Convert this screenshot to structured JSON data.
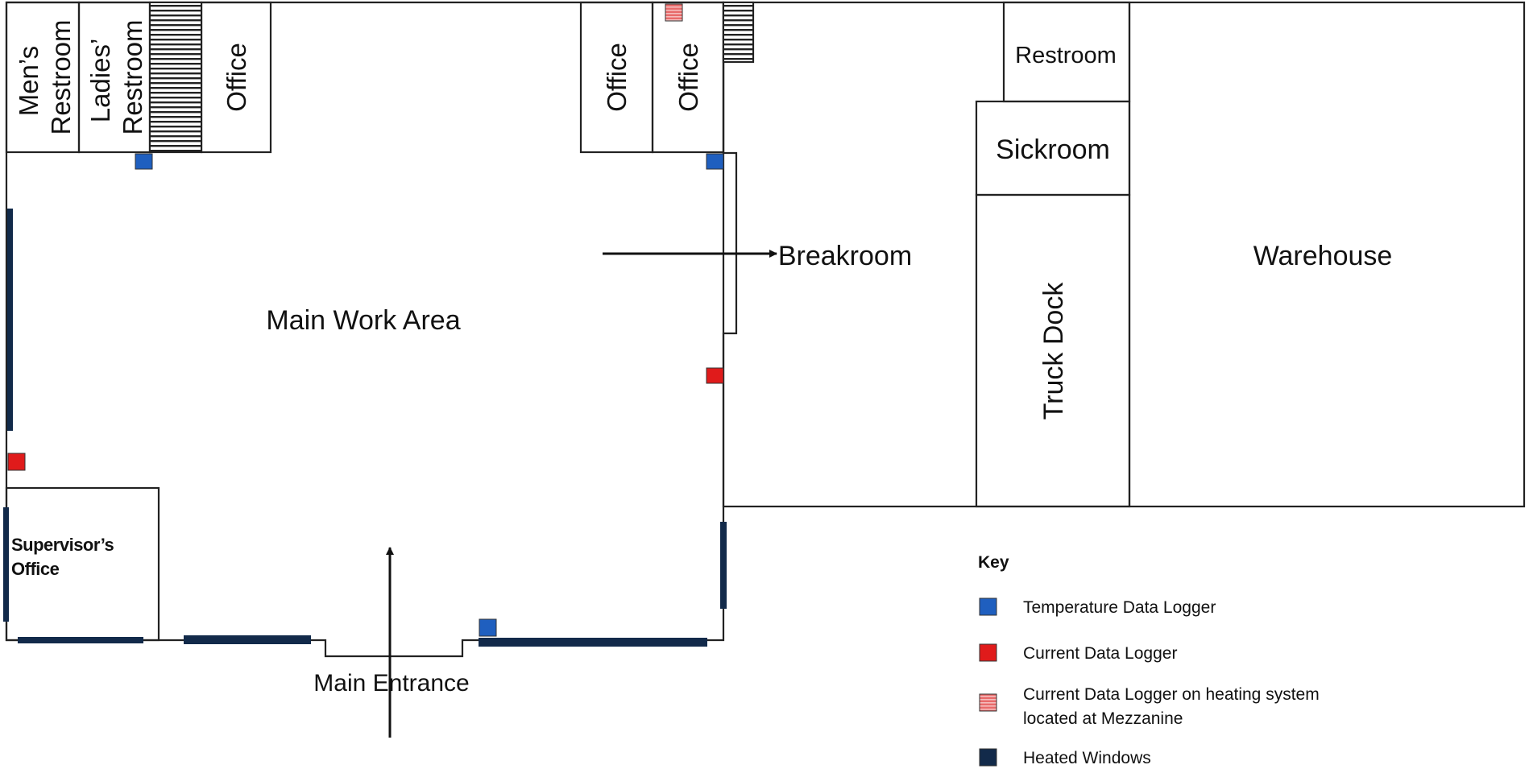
{
  "rooms": {
    "mens_restroom": [
      "Men’s",
      "Restroom"
    ],
    "ladies_restroom": [
      "Ladies’",
      "Restroom"
    ],
    "office_top_left": "Office",
    "office_top_mid_1": "Office",
    "office_top_mid_2": "Office",
    "restroom": "Restroom",
    "sickroom": "Sickroom",
    "breakroom": "Breakroom",
    "warehouse": "Warehouse",
    "truck_dock": "Truck Dock",
    "main_work_area": "Main Work Area",
    "supervisors_office": [
      "Supervisor’s",
      "Office"
    ],
    "main_entrance": "Main Entrance"
  },
  "key": {
    "title": "Key",
    "items": [
      {
        "id": "temperature",
        "label": [
          "Temperature Data Logger"
        ],
        "color": "#1f5fbf"
      },
      {
        "id": "current",
        "label": [
          "Current Data Logger"
        ],
        "color": "#e01b1b"
      },
      {
        "id": "current_heating",
        "label": [
          "Current Data Logger on heating system",
          "located at Mezzanine"
        ],
        "color": "#e86a6a"
      },
      {
        "id": "heated_windows",
        "label": [
          "Heated Windows"
        ],
        "color": "#122a4a"
      }
    ]
  },
  "colors": {
    "wall": "#222222",
    "temperature_logger": "#1f5fbf",
    "current_logger": "#e01b1b",
    "heating_logger": "#e86a6a",
    "heated_window": "#122a4a"
  },
  "icons": {
    "stairs": "stairs-icon",
    "arrow": "arrow-icon"
  }
}
